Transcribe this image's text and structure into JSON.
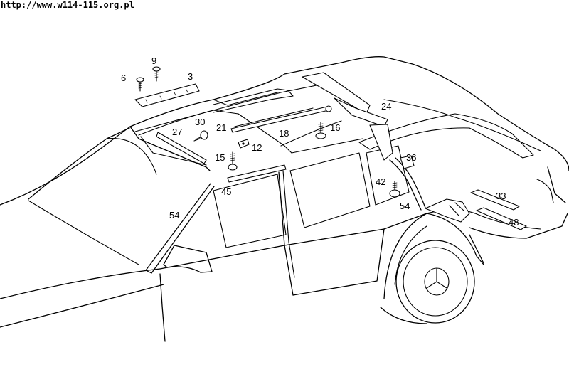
{
  "source_url": "http://www.w114-115.org.pl",
  "callouts": {
    "c9": "9",
    "c6": "6",
    "c3": "3",
    "c24": "24",
    "c30": "30",
    "c27": "27",
    "c21": "21",
    "c18": "18",
    "c16": "16",
    "c12": "12",
    "c15": "15",
    "c36": "36",
    "c45": "45",
    "c42": "42",
    "c54a": "54",
    "c54b": "54",
    "c33": "33",
    "c48": "48"
  }
}
